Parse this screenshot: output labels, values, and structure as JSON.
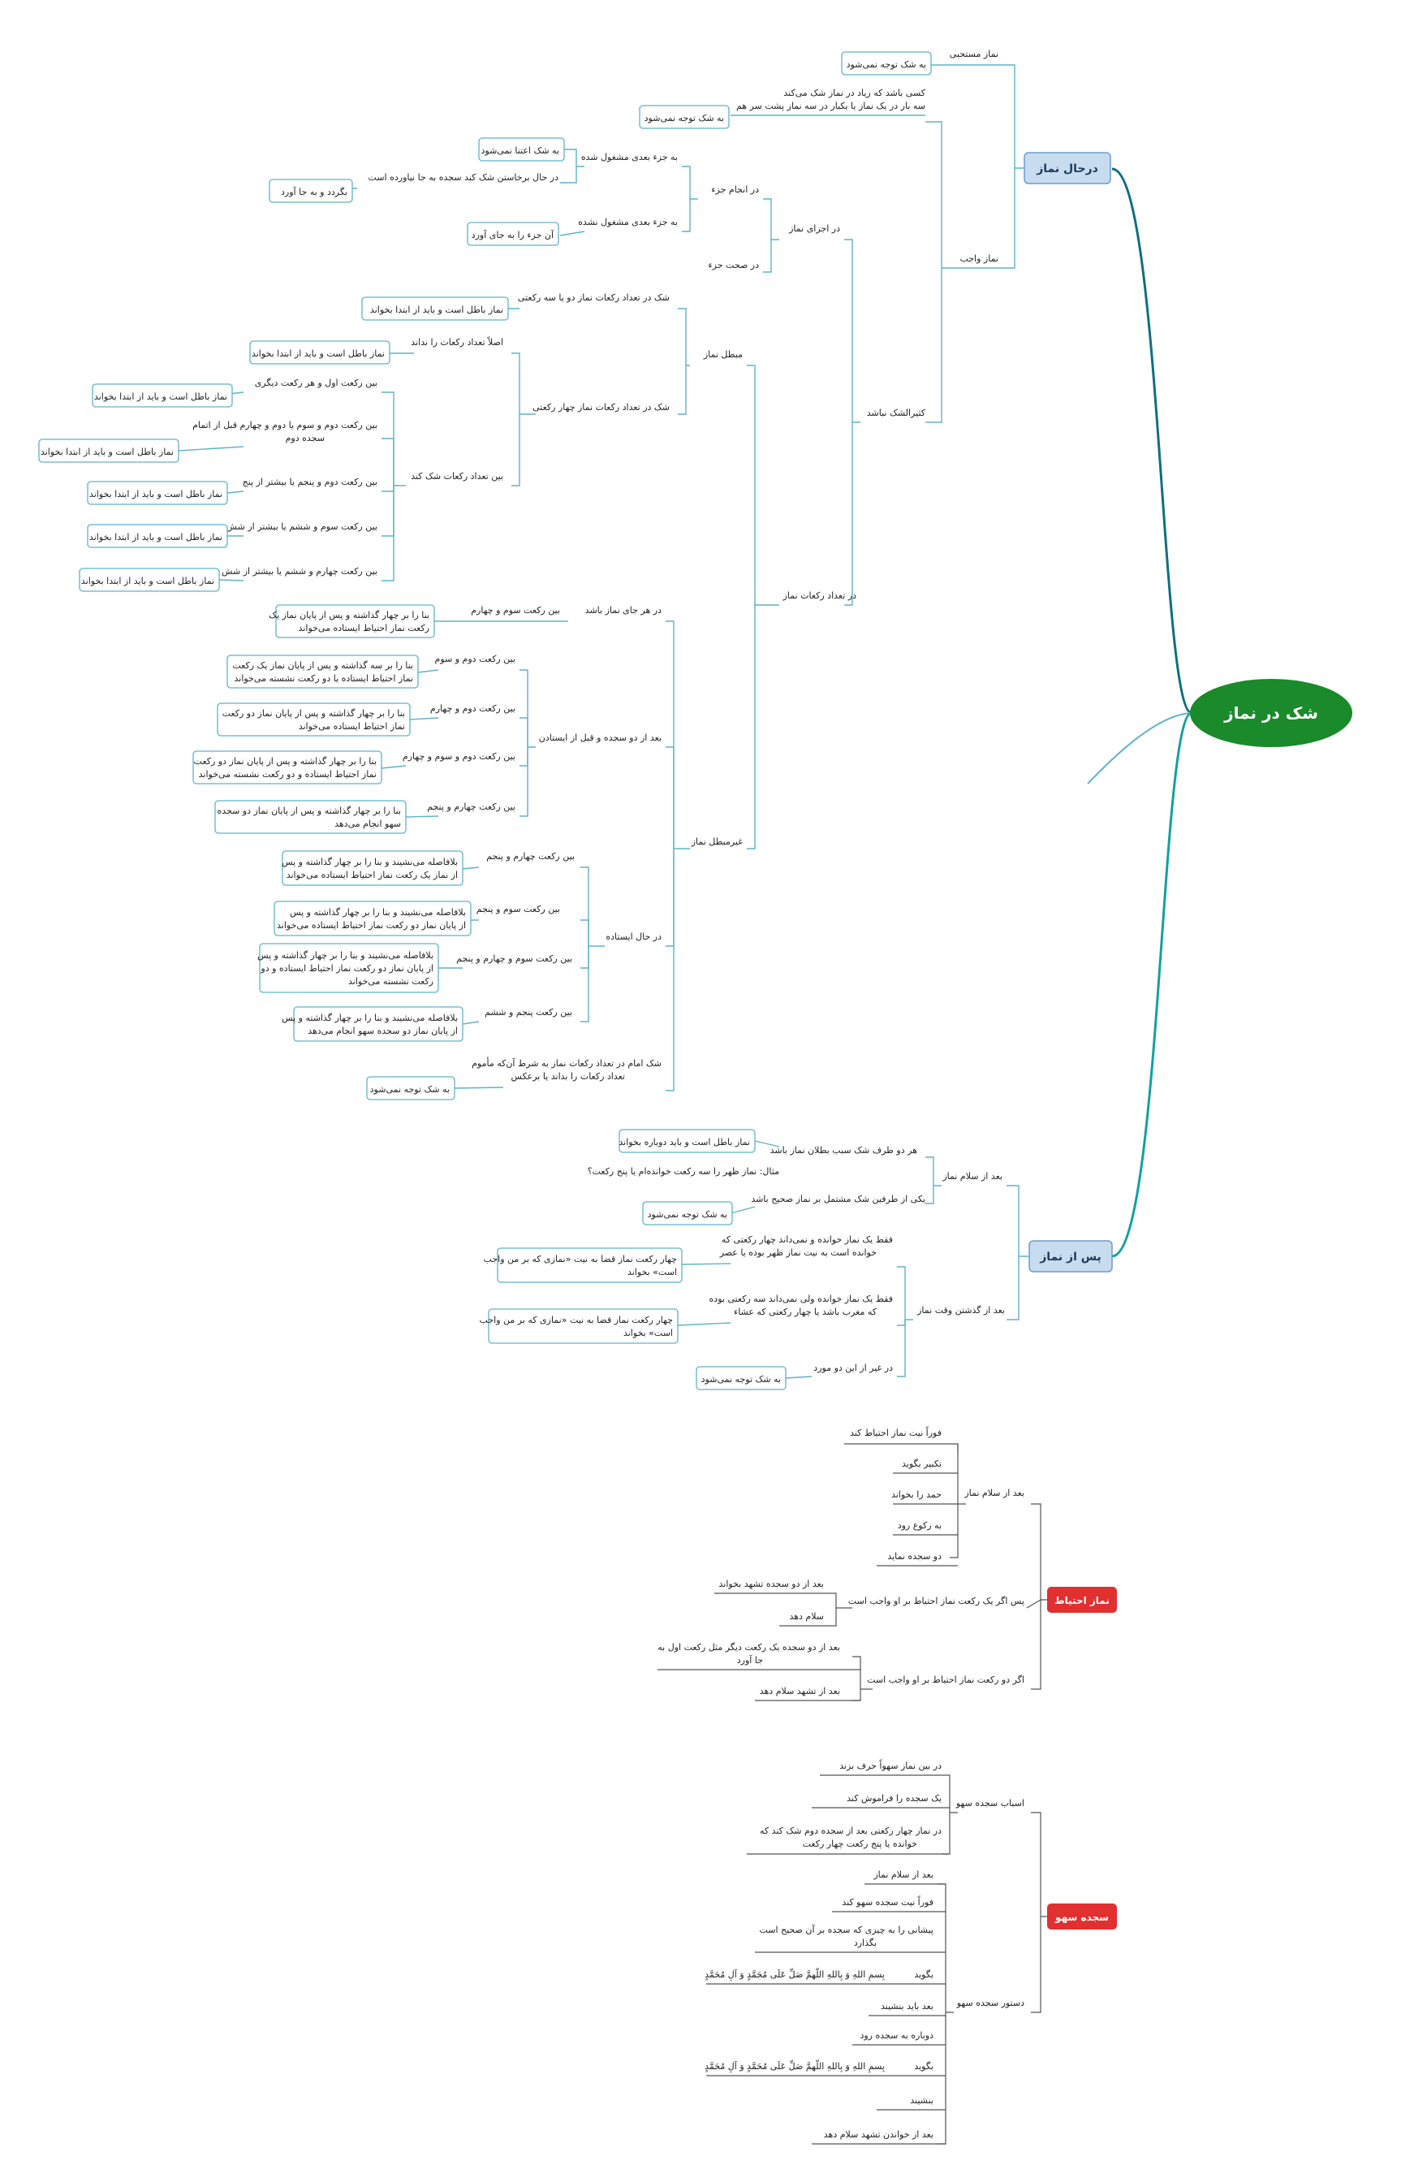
{
  "root": "شک در نماز",
  "colors": {
    "root": "#1a8a2a",
    "branch": "#5fb4c6",
    "trunk": "#0f6f80",
    "main_fill": "#c7dcef",
    "red": "#e03030",
    "dark_line": "#555555"
  },
  "main": {
    "during": "درحال نماز",
    "after": "پس از نماز"
  },
  "l1": {
    "mustahab": "نماز مستحبی",
    "wajib": "نماز واجب",
    "kathir": "کثیرالشک نباشد"
  },
  "t": {
    "n01": "به شک توجه نمی‌شود",
    "n02": "کسی باشد که زیاد در نماز شک می‌کند",
    "n03": "سه بار در یک نماز یا یکبار در سه نماز پشت سر هم",
    "n04": "به شک توجه نمی‌شود",
    "n05": "در اجزای نماز",
    "n06": "در انجام جزء",
    "n07": "به جزء بعدی مشغول شده",
    "n08": "به شک اعتنا نمی‌شود",
    "n09": "در حال برخاستن شک کند سجده به جا نیاورده است",
    "n10": "بگردد و به جا آورد",
    "n11": "به جزء بعدی مشغول نشده",
    "n12": "آن جزء را به جای آورد",
    "n13": "در صحت جزء",
    "n14": "در تعداد رکعات نماز",
    "n15": "مبطل نماز",
    "n16": "شک در تعداد رکعات نماز دو یا سه رکعتی",
    "n17": "نماز باطل است و باید از ابتدا بخواند",
    "n18": "شک در تعداد رکعات نماز چهار رکعتی",
    "n19": "اصلاً تعداد رکعات را نداند",
    "n20": "نماز باطل است و باید از ابتدا بخواند",
    "n21": "بین تعداد رکعات شک کند",
    "n22": "بین رکعت اول و هر رکعت دیگری",
    "n23": "نماز باطل است و باید از ابتدا بخواند",
    "n24a": "بین رکعت دوم و سوم یا دوم و چهارم قبل از اتمام",
    "n24b": "سجده دوم",
    "n25": "نماز باطل است و باید از ابتدا بخواند",
    "n26": "بین رکعت دوم و پنجم یا بیشتر از پنج",
    "n27": "نماز باطل است و باید از ابتدا بخواند",
    "n28": "بین رکعت سوم و ششم یا بیشتر از شش",
    "n29": "نماز باطل است و باید از ابتدا بخواند",
    "n30": "بین رکعت چهارم و ششم یا بیشتر از شش",
    "n31": "نماز باطل است و باید از ابتدا بخواند",
    "n32": "غیرمبطل نماز",
    "n33": "در هر جای نماز باشد",
    "n34": "بین رکعت سوم و چهارم",
    "n35a": "بنا را بر چهار گذاشته و پس از پایان نماز یک",
    "n35b": "رکعت نماز احتیاط ایستاده می‌خواند",
    "n36": "بعد از دو سجده و قبل از ایستادن",
    "n37": "بین رکعت دوم و سوم",
    "n38a": "بنا را بر سه گذاشته و پس از پایان نماز یک رکعت",
    "n38b": "نماز احتیاط ایستاده یا دو رکعت نشسته می‌خواند",
    "n39": "بین رکعت دوم و چهارم",
    "n40a": "بنا را بر چهار گذاشته و پس از پایان نماز دو رکعت",
    "n40b": "نماز احتیاط ایستاده می‌خواند",
    "n41": "بین رکعت دوم و سوم و چهارم",
    "n42a": "بنا را بر چهار گذاشته و پس از پایان نماز دو رکعت",
    "n42b": "نماز احتیاط ایستاده و دو رکعت نشسته می‌خواند",
    "n43": "بین رکعت چهارم و پنجم",
    "n44a": "بنا را بر چهار گذاشته و پس از پایان نماز دو سجده",
    "n44b": "سهو انجام می‌دهد",
    "n45": "در حال ایستاده",
    "n46": "بین رکعت چهارم و پنجم",
    "n47a": "بلافاصله می‌نشیند و بنا را بر چهار گذاشته و پس",
    "n47b": "از نماز یک رکعت نماز احتیاط ایستاده می‌خواند",
    "n48": "بین رکعت سوم و پنجم",
    "n49a": "بلافاصله می‌نشیند و بنا را بر چهار گذاشته و پس",
    "n49b": "از پایان نماز دو رکعت نماز احتیاط ایستاده می‌خواند",
    "n50": "بین رکعت سوم و چهارم و پنجم",
    "n51a": "بلافاصله می‌نشیند و بنا را بر چهار گذاشته و پس",
    "n51b": "از پایان نماز دو رکعت نماز احتیاط ایستاده و دو",
    "n51c": "رکعت نشسته می‌خواند",
    "n52": "بین رکعت پنجم و ششم",
    "n53a": "بلافاصله می‌نشیند و بنا را بر چهار گذاشته و پس",
    "n53b": "از پایان نماز دو سجده سهو انجام می‌دهد",
    "n54a": "شک امام در تعداد رکعات نماز به شرط آن‌که مأموم",
    "n54b": "تعداد رکعات را بداند یا برعکس",
    "n55": "به شک توجه نمی‌شود",
    "p01": "بعد از سلام نماز",
    "p02": "هر دو طرف شک سبب بطلان نماز باشد",
    "p03": "نماز باطل است و باید دوباره بخواند",
    "p04": "مثال: نماز ظهر را سه رکعت خوانده‌ام یا پنج رکعت؟",
    "p05": "یکی از طرفین شک مشتمل بر نماز صحیح باشد",
    "p06": "به شک توجه نمی‌شود",
    "p07": "بعد از گذشتن وقت نماز",
    "p08a": "فقط یک نماز خوانده و نمی‌داند چهار رکعتی که",
    "p08b": "خوانده است به نیت نماز ظهر بوده یا عصر",
    "p09a": "چهار رکعت نماز قضا به نیت «نمازی که بر من واجب",
    "p09b": "است» بخواند",
    "p10a": "فقط یک نماز خوانده ولی نمی‌داند سه رکعتی بوده",
    "p10b": "که مغرب باشد یا چهار رکعتی که عشاء",
    "p11a": "چهار رکعت نماز قضا به نیت «نمازی که بر من واجب",
    "p11b": "است» بخواند",
    "p12": "در غیر از این دو مورد",
    "p13": "به شک توجه نمی‌شود",
    "e00": "نماز احتیاط",
    "e01": "بعد از سلام نماز",
    "e02": "فوراً نیت نماز احتیاط کند",
    "e03": "تکبیر بگوید",
    "e04": "حمد را بخواند",
    "e05": "به رکوع رود",
    "e06": "دو سجده نماید",
    "e07": "پس اگر یک رکعت نماز احتیاط بر او واجب است",
    "e08": "بعد از دو سجده تشهد بخواند",
    "e09": "سلام دهد",
    "e10": "اگر دو رکعت نماز احتیاط بر او واجب است",
    "e11a": "بعد از دو سجده یک رکعت دیگر مثل رکعت اول به",
    "e11b": "جا آورد",
    "e12": "بعد از تشهد سلام دهد",
    "s00": "سجده سهو",
    "s01": "اسباب سجده سهو",
    "s02": "در بین نماز سهواً حرف بزند",
    "s03": "یک سجده را فراموش کند",
    "s04a": "در نماز چهار رکعتی بعد از سجده دوم شک کند که",
    "s04b": "خوانده یا پنج رکعت چهار رکعت",
    "s05": "دستور سجده سهو",
    "s06": "بعد از سلام نماز",
    "s07": "فوراً نیت سجده سهو کند",
    "s08a": "پیشانی را به چیزی که سجده بر آن صحیح است",
    "s08b": "بگذارد",
    "s09": "بگوید",
    "s10": "بِسمِ اللهِ وَ بِاللهِ اللّهمَّ صَلِّ عَلَى مُحَمَّدٍ وَ آلِ مُحَمَّدٍ",
    "s11": "بعد باید بنشیند",
    "s12": "دوباره به سجده رود",
    "s13": "بگوید",
    "s14": "بِسمِ اللهِ وَ بِاللهِ اللّهمَّ صَلِّ عَلَى مُحَمَّدٍ وَ آلِ مُحَمَّدٍ",
    "s15": "بنشیند",
    "s16": "بعد از خواندن تشهد سلام دهد"
  }
}
